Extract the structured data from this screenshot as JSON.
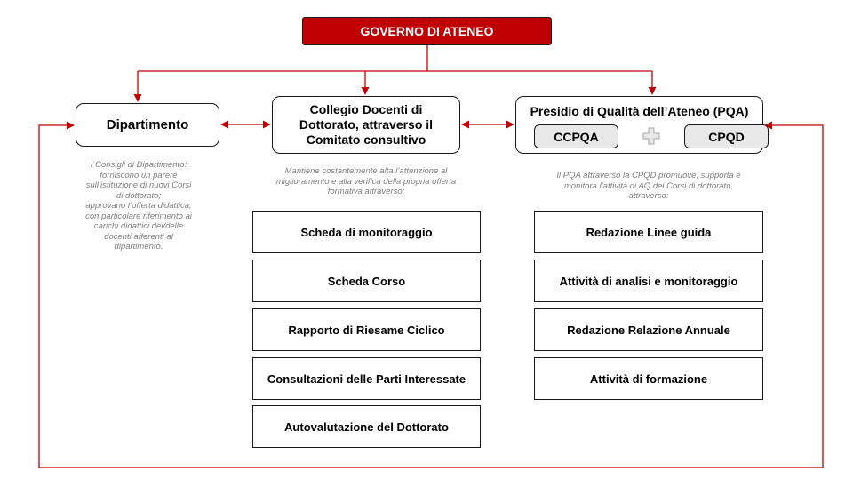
{
  "governo": {
    "title": "GOVERNO DI ATENEO"
  },
  "dipartimento": {
    "title": "Dipartimento",
    "note": [
      "I Consigli di Dipartimento:",
      "forniscono un parere",
      "sull’istituzione di nuovi Corsi",
      "di dottorato;",
      "approvano l’offerta didattica,",
      "con particolare riferimento ai",
      "carichi didattici dei/delle",
      "docenti afferenti al",
      "dipartimento."
    ]
  },
  "collegio": {
    "title": [
      "Collegio Docenti di",
      "Dottorato, attraverso il",
      "Comitato consultivo"
    ],
    "note": [
      "Mantiene costantemente alta l’attenzione al",
      "miglioramento e alla verifica della propria offerta",
      "formativa attraverso:"
    ],
    "items": [
      "Scheda di monitoraggio",
      "Scheda Corso",
      "Rapporto  di Riesame Ciclico",
      "Consultazioni  delle Parti Interessate",
      "Autovalutazione del Dottorato"
    ]
  },
  "pqa": {
    "title": "Presidio di Qualità dell’Ateneo (PQA)",
    "sub_left": "CCPQA",
    "sub_right": "CPQD",
    "note": [
      "Il PQA attraverso la CPQD promuove, supporta e",
      "monitora l’attività di AQ dei Corsi di dottorato,",
      "attraverso:"
    ],
    "items": [
      "Redazione Linee guida",
      "Attività  di analisi e monitoraggio",
      "Redazione Relazione Annuale",
      "Attività  di formazione"
    ]
  },
  "colors": {
    "accent": "#c00000",
    "border": "#1a1a1a",
    "note_text": "#7f7f7f",
    "plus_fill": "#e8e8e8"
  }
}
